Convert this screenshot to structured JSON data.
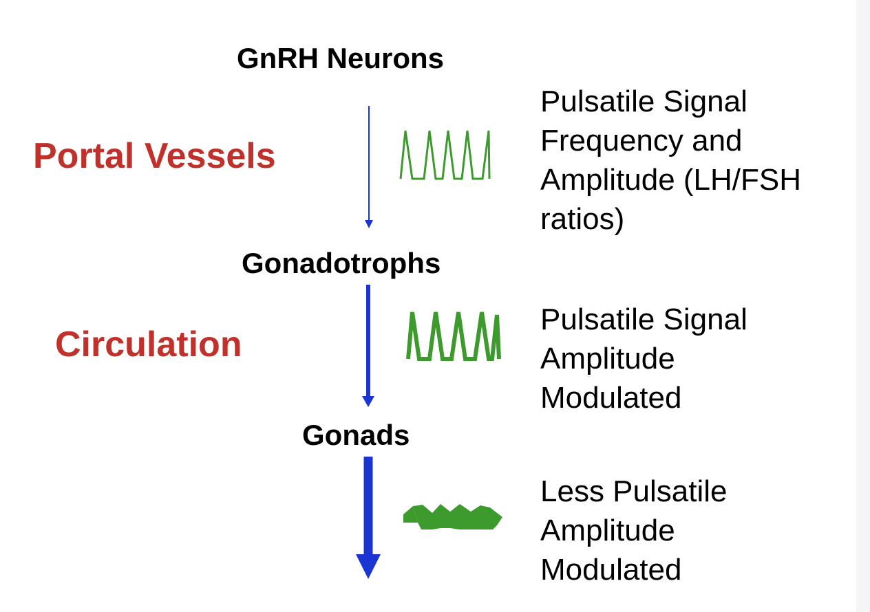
{
  "nodes": {
    "gnrh": "GnRH Neurons",
    "gonadotrophs": "Gonadotrophs",
    "gonads": "Gonads"
  },
  "routes": {
    "portal": "Portal Vessels",
    "circulation": "Circulation"
  },
  "descriptions": {
    "first": [
      "Pulsatile Signal",
      "Frequency and",
      "Amplitude (LH/FSH",
      "ratios)"
    ],
    "second": [
      "Pulsatile Signal",
      "Amplitude",
      "Modulated"
    ],
    "third": [
      "Less Pulsatile",
      "Amplitude",
      "Modulated"
    ]
  },
  "colors": {
    "arrow": "#1a35d1",
    "pulse": "#3d9a2c",
    "route_label": "#c0312b"
  }
}
